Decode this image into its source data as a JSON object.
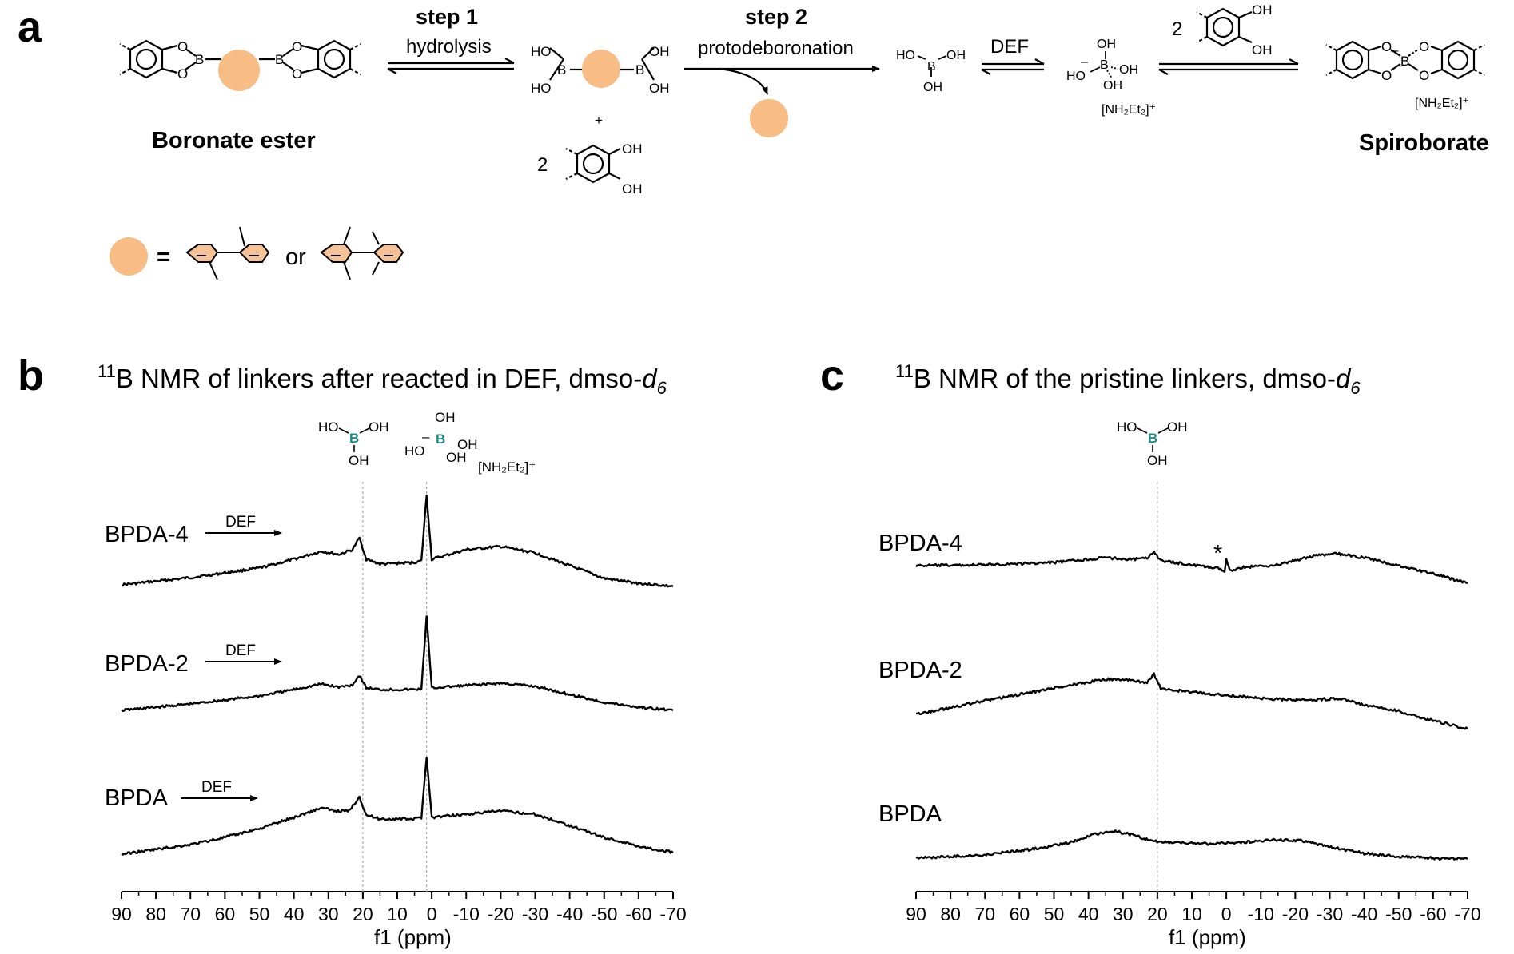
{
  "panels": {
    "a": "a",
    "b": "b",
    "c": "c"
  },
  "scheme": {
    "boronate_ester": "Boronate ester",
    "step1": "step 1",
    "step1_sub": "hydrolysis",
    "step2": "step 2",
    "step2_sub": "protodeboronation",
    "def": "DEF",
    "two": "2",
    "plus": "+",
    "equals": "=",
    "or": "or",
    "spiroborate": "Spiroborate",
    "ammonium": "[NH₂Et₂]⁺",
    "atoms": {
      "B": "B",
      "O": "O",
      "HO": "HO",
      "OH": "OH",
      "minus": "–"
    }
  },
  "colors": {
    "linker_fill": "#f7bd84",
    "linker_ring": "#f4c296",
    "boron_label": "#1d8a87",
    "trace": "#000000",
    "guide_line": "#aaaaaa"
  },
  "chart_data": [
    {
      "type": "line",
      "title": "¹¹B NMR of linkers after reacted in DEF, dmso-d6",
      "xlabel": "f1 (ppm)",
      "xlim": [
        90,
        -70
      ],
      "x_reversed": true,
      "xticks": [
        90,
        80,
        70,
        60,
        50,
        40,
        30,
        20,
        10,
        0,
        -10,
        -20,
        -30,
        -40,
        -50,
        -60,
        -70
      ],
      "reference_lines_ppm": [
        20,
        1.5
      ],
      "reference_structures": [
        "B(OH)3",
        "[B(OH)4]⁻ [NH₂Et₂]⁺"
      ],
      "series": [
        {
          "name": "BPDA-4",
          "arrow_label": "DEF",
          "points": [
            [
              90,
              -4
            ],
            [
              70,
              5
            ],
            [
              50,
              17
            ],
            [
              40,
              28
            ],
            [
              32,
              38
            ],
            [
              27,
              34
            ],
            [
              23,
              40
            ],
            [
              21,
              55
            ],
            [
              19,
              28
            ],
            [
              15,
              22
            ],
            [
              5,
              24
            ],
            [
              3,
              26
            ],
            [
              1.5,
              108
            ],
            [
              0,
              28
            ],
            [
              -10,
              40
            ],
            [
              -20,
              44
            ],
            [
              -30,
              36
            ],
            [
              -40,
              20
            ],
            [
              -50,
              4
            ],
            [
              -60,
              -2
            ],
            [
              -70,
              -6
            ]
          ]
        },
        {
          "name": "BPDA-2",
          "arrow_label": "DEF",
          "points": [
            [
              90,
              -4
            ],
            [
              70,
              4
            ],
            [
              50,
              14
            ],
            [
              40,
              22
            ],
            [
              32,
              29
            ],
            [
              27,
              25
            ],
            [
              23,
              28
            ],
            [
              21,
              40
            ],
            [
              19,
              24
            ],
            [
              15,
              22
            ],
            [
              5,
              22
            ],
            [
              3,
              23
            ],
            [
              1.5,
              113
            ],
            [
              0,
              24
            ],
            [
              -10,
              27
            ],
            [
              -20,
              30
            ],
            [
              -30,
              26
            ],
            [
              -40,
              16
            ],
            [
              -50,
              6
            ],
            [
              -60,
              0
            ],
            [
              -70,
              -4
            ]
          ]
        },
        {
          "name": "BPDA",
          "arrow_label": "DEF",
          "points": [
            [
              90,
              -4
            ],
            [
              70,
              8
            ],
            [
              60,
              17
            ],
            [
              50,
              28
            ],
            [
              40,
              42
            ],
            [
              32,
              54
            ],
            [
              28,
              50
            ],
            [
              24,
              50
            ],
            [
              21,
              68
            ],
            [
              19,
              45
            ],
            [
              15,
              40
            ],
            [
              5,
              40
            ],
            [
              3,
              42
            ],
            [
              1.5,
              118
            ],
            [
              0,
              42
            ],
            [
              -10,
              46
            ],
            [
              -20,
              50
            ],
            [
              -30,
              46
            ],
            [
              -40,
              32
            ],
            [
              -50,
              17
            ],
            [
              -60,
              6
            ],
            [
              -70,
              -2
            ]
          ]
        }
      ]
    },
    {
      "type": "line",
      "title": "¹¹B NMR of the pristine linkers, dmso-d6",
      "xlabel": "f1 (ppm)",
      "xlim": [
        90,
        -70
      ],
      "x_reversed": true,
      "xticks": [
        90,
        80,
        70,
        60,
        50,
        40,
        30,
        20,
        10,
        0,
        -10,
        -20,
        -30,
        -40,
        -50,
        -60,
        -70
      ],
      "reference_lines_ppm": [
        20
      ],
      "reference_structures": [
        "B(OH)3"
      ],
      "series": [
        {
          "name": "BPDA-4",
          "annotation": "*",
          "annotation_ppm": 0,
          "points": [
            [
              90,
              0
            ],
            [
              70,
              1
            ],
            [
              50,
              4
            ],
            [
              35,
              10
            ],
            [
              28,
              8
            ],
            [
              23,
              9
            ],
            [
              21,
              18
            ],
            [
              19,
              6
            ],
            [
              10,
              1
            ],
            [
              2,
              -4
            ],
            [
              0.5,
              -8
            ],
            [
              0,
              7
            ],
            [
              -1,
              -6
            ],
            [
              -5,
              -2
            ],
            [
              -15,
              1
            ],
            [
              -25,
              12
            ],
            [
              -32,
              15
            ],
            [
              -40,
              10
            ],
            [
              -50,
              0
            ],
            [
              -60,
              -10
            ],
            [
              -70,
              -22
            ]
          ]
        },
        {
          "name": "BPDA-2",
          "points": [
            [
              90,
              0
            ],
            [
              70,
              17
            ],
            [
              50,
              33
            ],
            [
              35,
              44
            ],
            [
              27,
              42
            ],
            [
              23,
              40
            ],
            [
              21,
              50
            ],
            [
              19,
              32
            ],
            [
              10,
              28
            ],
            [
              0,
              24
            ],
            [
              -10,
              20
            ],
            [
              -20,
              18
            ],
            [
              -25,
              18
            ],
            [
              -33,
              20
            ],
            [
              -40,
              12
            ],
            [
              -50,
              4
            ],
            [
              -60,
              -8
            ],
            [
              -70,
              -18
            ]
          ]
        },
        {
          "name": "BPDA",
          "points": [
            [
              90,
              0
            ],
            [
              70,
              4
            ],
            [
              55,
              12
            ],
            [
              45,
              20
            ],
            [
              38,
              30
            ],
            [
              33,
              34
            ],
            [
              28,
              30
            ],
            [
              22,
              22
            ],
            [
              15,
              19
            ],
            [
              5,
              18
            ],
            [
              -5,
              20
            ],
            [
              -15,
              23
            ],
            [
              -22,
              22
            ],
            [
              -30,
              14
            ],
            [
              -40,
              6
            ],
            [
              -50,
              2
            ],
            [
              -60,
              0
            ],
            [
              -70,
              -1
            ]
          ]
        }
      ]
    }
  ]
}
